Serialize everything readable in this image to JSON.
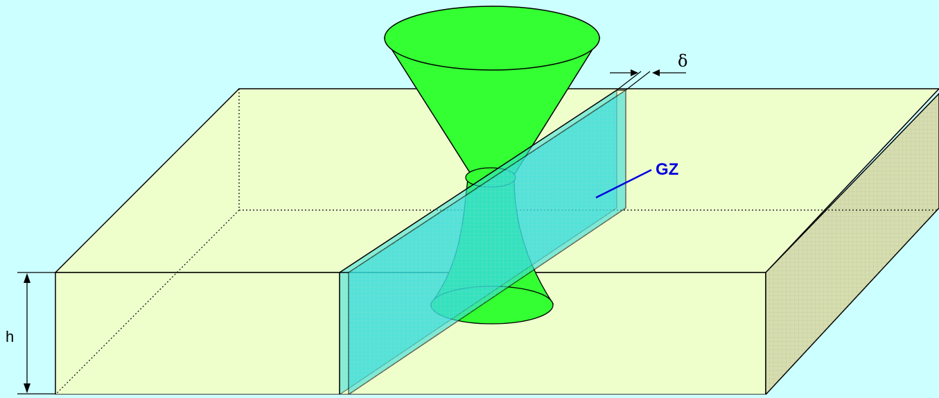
{
  "labels": {
    "delta": "δ",
    "gz": "GZ",
    "h": "h"
  },
  "colors": {
    "background": "#ccffff",
    "slab_face": "#eeffcc",
    "slab_side": "#d6ddb0",
    "cone": "#33ff33",
    "glass_sheet": "#33dddd",
    "gz_label": "#0000dd",
    "outline": "#000000"
  }
}
